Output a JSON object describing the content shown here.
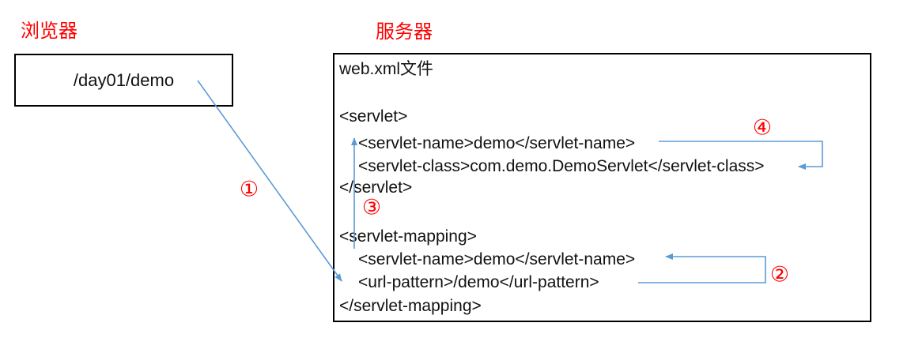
{
  "colors": {
    "label_red": "#ff0000",
    "arrow_blue": "#5b9bd5",
    "code_text": "#111111",
    "box_border": "#000000",
    "background": "#ffffff"
  },
  "diagram": {
    "browser": {
      "label": "浏览器",
      "request_path": "/day01/demo"
    },
    "server": {
      "label": "服务器",
      "file_title": "web.xml文件",
      "code": [
        {
          "text": "<servlet>"
        },
        {
          "text": "<servlet-name>demo</servlet-name>"
        },
        {
          "text": "<servlet-class>com.demo.DemoServlet</servlet-class>"
        },
        {
          "text": "</servlet>"
        },
        {
          "text": "<servlet-mapping>"
        },
        {
          "text": "<servlet-name>demo</servlet-name>"
        },
        {
          "text": "<url-pattern>/demo</url-pattern>"
        },
        {
          "text": "</servlet-mapping>"
        }
      ]
    },
    "step_markers": [
      "①",
      "②",
      "③",
      "④"
    ]
  }
}
